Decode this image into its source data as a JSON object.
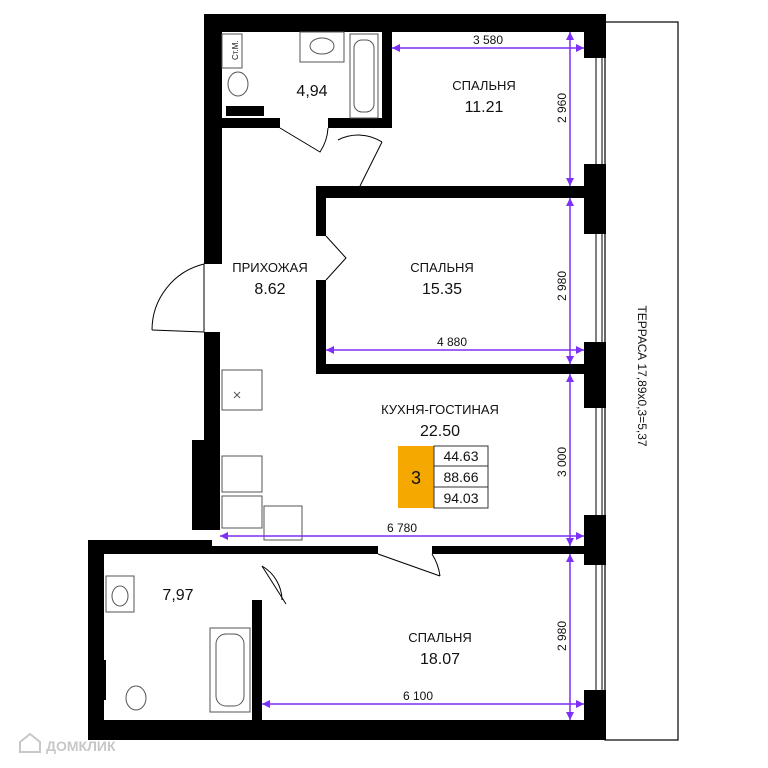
{
  "rooms": {
    "bathroom_top": {
      "area": "4,94",
      "fixture_label": "Ст.М."
    },
    "bedroom1": {
      "name": "СПАЛЬНЯ",
      "area": "11.21"
    },
    "bedroom2": {
      "name": "СПАЛЬНЯ",
      "area": "15.35"
    },
    "hall": {
      "name": "ПРИХОЖАЯ",
      "area": "8.62"
    },
    "kitchen_living": {
      "name": "КУХНЯ-ГОСТИНАЯ",
      "area": "22.50"
    },
    "bathroom_bottom": {
      "area": "7,97"
    },
    "bedroom3": {
      "name": "СПАЛЬНЯ",
      "area": "18.07"
    }
  },
  "terrace": {
    "label": "ТЕРРАСА 17,89х0,3=5,37"
  },
  "dimensions": {
    "d1": "3 580",
    "d2": "2 960",
    "d3": "2 980",
    "d4": "4 880",
    "d5": "3 000",
    "d6": "6 780",
    "d7": "2 980",
    "d8": "6 100"
  },
  "summary": {
    "rooms_count": "3",
    "living_area": "44.63",
    "total_area": "88.66",
    "area_with_terrace": "94.03"
  },
  "watermark": "ДОМКЛИК",
  "colors": {
    "wall": "#000000",
    "dimension_line": "#7b2ff7",
    "badge_fill": "#f5a800",
    "background": "#ffffff"
  }
}
